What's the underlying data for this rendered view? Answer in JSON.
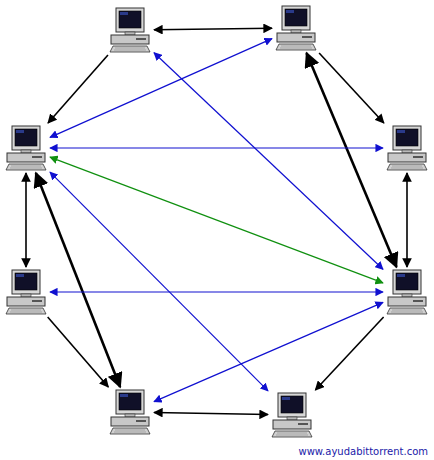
{
  "diagram": {
    "nodes": [
      {
        "text": []
      },
      {
        "text": []
      },
      {
        "text": []
      },
      {
        "text": []
      },
      {
        "text": []
      },
      {
        "text": []
      },
      {
        "text": []
      },
      {
        "text": []
      }
    ],
    "edges": [
      {
        "from": 0,
        "to": 1,
        "arrow": "both"
      },
      {
        "from": 0,
        "to": 2,
        "arrow": "to"
      },
      {
        "from": 1,
        "to": 3,
        "arrow": "to"
      },
      {
        "from": 1,
        "to": 5,
        "arrow": "both"
      },
      {
        "from": 2,
        "to": 3,
        "arrow": "both"
      },
      {
        "from": 2,
        "to": 1,
        "arrow": "both"
      },
      {
        "from": 0,
        "to": 5,
        "arrow": "both"
      },
      {
        "from": 2,
        "to": 5,
        "arrow": "both"
      },
      {
        "from": 2,
        "to": 7,
        "arrow": "both"
      },
      {
        "from": 2,
        "to": 4,
        "arrow": "both"
      },
      {
        "from": 2,
        "to": 6,
        "arrow": "both"
      },
      {
        "from": 3,
        "to": 5,
        "arrow": "both"
      },
      {
        "from": 4,
        "to": 6,
        "arrow": "to"
      },
      {
        "from": 4,
        "to": 5,
        "arrow": "both"
      },
      {
        "from": 6,
        "to": 5,
        "arrow": "both"
      },
      {
        "from": 6,
        "to": 7,
        "arrow": "both"
      },
      {
        "from": 5,
        "to": 7,
        "arrow": "to"
      }
    ],
    "labels": [
      "www.ayudabittorrent.com"
    ]
  }
}
